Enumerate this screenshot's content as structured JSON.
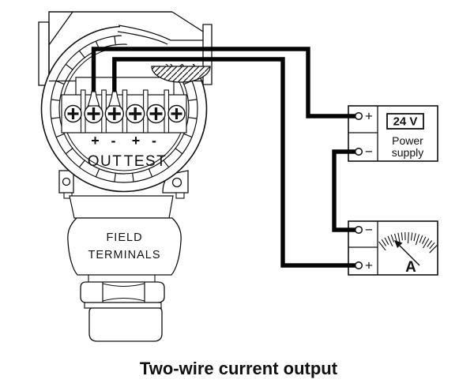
{
  "diagram": {
    "caption": "Two-wire current output",
    "transmitter": {
      "polarity": [
        "+",
        "-",
        "+",
        "-"
      ],
      "out_label": "OUT",
      "test_label": "TEST",
      "body_label_line1": "FIELD",
      "body_label_line2": "TERMINALS"
    },
    "power_supply": {
      "voltage_label": "24 V",
      "name_line1": "Power",
      "name_line2": "supply",
      "terminal_plus": "+",
      "terminal_minus": "−"
    },
    "ammeter": {
      "unit_label": "A",
      "terminal_minus": "−",
      "terminal_plus": "+"
    },
    "colors": {
      "line": "#111111",
      "wire": "#050505",
      "background": "#ffffff"
    }
  }
}
